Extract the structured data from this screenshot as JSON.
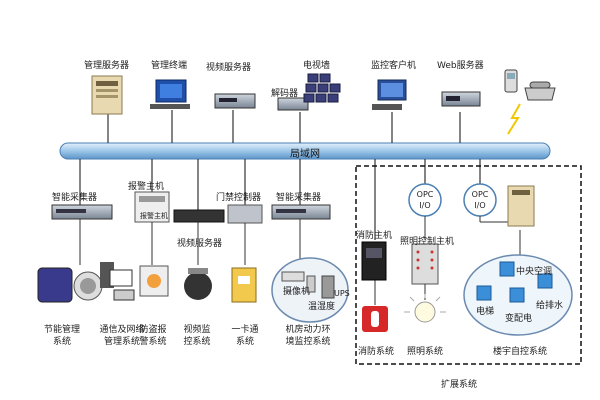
{
  "bus_label": "局域网",
  "top_devices": [
    {
      "label": "管理服务器"
    },
    {
      "label": "管理终端"
    },
    {
      "label": "视频服务器"
    },
    {
      "label": "电视墙"
    },
    {
      "label": "解码器"
    },
    {
      "label": "监控客户机"
    },
    {
      "label": "Web服务器"
    }
  ],
  "middle_devices": {
    "collector_left": "智能采集器",
    "alarm_host": "报警主机",
    "alarm_host_panel": "报警主机",
    "video_server": "视频服务器",
    "access_controller": "门禁控制器",
    "collector_right": "智能采集器"
  },
  "bottom_systems": [
    {
      "label": "节能管理\n系统"
    },
    {
      "label": "通信及网络\n管理系统"
    },
    {
      "label": "防盗报\n警系统"
    },
    {
      "label": "视频监\n控系统"
    },
    {
      "label": "一卡通\n系统"
    },
    {
      "label": "机房动力环\n境监控系统"
    }
  ],
  "machine_room_items": {
    "camera": "摄像机",
    "temp_humidity": "温湿度",
    "ups": "UPS"
  },
  "extension": {
    "title": "扩展系统",
    "fire_host": "消防主机",
    "fire_system": "消防系统",
    "lighting_host": "照明控制主机",
    "lighting_system": "照明系统",
    "opc_1": "OPC\nI/O",
    "opc_2": "OPC\nI/O",
    "bas_system": "楼宇自控系统",
    "central_ac": "中央空调",
    "elevator": "电梯",
    "substation": "变配电",
    "water": "给排水"
  }
}
